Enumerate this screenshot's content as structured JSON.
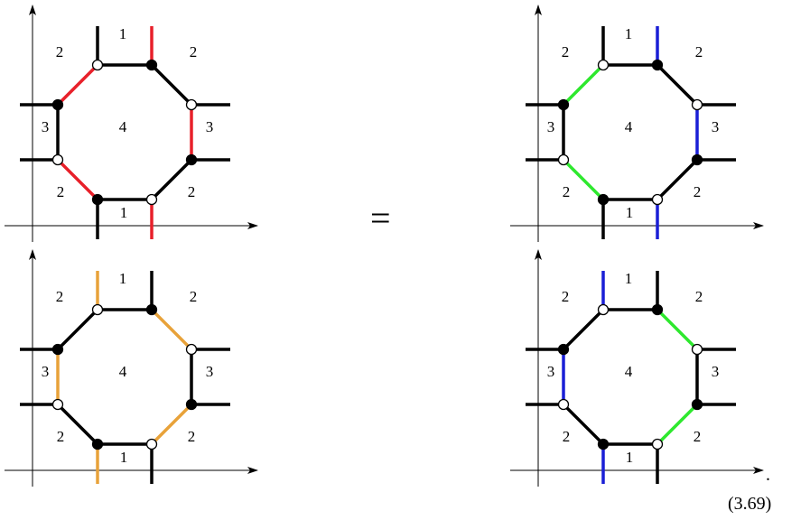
{
  "equals_symbol": "=",
  "trailing_period": ".",
  "equation_number": "(3.69)",
  "colors": {
    "black": "#000000",
    "red": "#e8202a",
    "orange": "#e8a23a",
    "blue": "#1a1fd6",
    "green": "#2ee82e"
  },
  "diagrams": [
    {
      "id": "top-left",
      "labels": {
        "left_top": "2",
        "top": "1",
        "right_top": "2",
        "left": "3",
        "center": "4",
        "right": "3",
        "left_bottom": "2",
        "bottom": "1",
        "right_bottom": "2"
      },
      "edges": {
        "oct_top": "black",
        "oct_upper_right": "black",
        "oct_right": "red",
        "oct_lower_right": "black",
        "oct_bottom": "black",
        "oct_lower_left": "red",
        "oct_left": "black",
        "oct_upper_left": "red",
        "leg_top_left": "black",
        "leg_top_right": "red",
        "leg_right_top": "black",
        "leg_right_bottom": "black",
        "leg_bottom_right": "red",
        "leg_bottom_left": "black",
        "leg_left_bottom": "black",
        "leg_left_top": "black"
      }
    },
    {
      "id": "top-right",
      "labels": {
        "left_top": "2",
        "top": "1",
        "right_top": "2",
        "left": "3",
        "center": "4",
        "right": "3",
        "left_bottom": "2",
        "bottom": "1",
        "right_bottom": "2"
      },
      "edges": {
        "oct_top": "black",
        "oct_upper_right": "black",
        "oct_right": "blue",
        "oct_lower_right": "black",
        "oct_bottom": "black",
        "oct_lower_left": "green",
        "oct_left": "black",
        "oct_upper_left": "green",
        "leg_top_left": "black",
        "leg_top_right": "blue",
        "leg_right_top": "black",
        "leg_right_bottom": "black",
        "leg_bottom_right": "blue",
        "leg_bottom_left": "black",
        "leg_left_bottom": "black",
        "leg_left_top": "black"
      }
    },
    {
      "id": "bottom-left",
      "labels": {
        "left_top": "2",
        "top": "1",
        "right_top": "2",
        "left": "3",
        "center": "4",
        "right": "3",
        "left_bottom": "2",
        "bottom": "1",
        "right_bottom": "2"
      },
      "edges": {
        "oct_top": "black",
        "oct_upper_right": "orange",
        "oct_right": "black",
        "oct_lower_right": "orange",
        "oct_bottom": "black",
        "oct_lower_left": "black",
        "oct_left": "orange",
        "oct_upper_left": "black",
        "leg_top_left": "orange",
        "leg_top_right": "black",
        "leg_right_top": "black",
        "leg_right_bottom": "black",
        "leg_bottom_right": "black",
        "leg_bottom_left": "orange",
        "leg_left_bottom": "black",
        "leg_left_top": "black"
      }
    },
    {
      "id": "bottom-right",
      "labels": {
        "left_top": "2",
        "top": "1",
        "right_top": "2",
        "left": "3",
        "center": "4",
        "right": "3",
        "left_bottom": "2",
        "bottom": "1",
        "right_bottom": "2"
      },
      "edges": {
        "oct_top": "black",
        "oct_upper_right": "green",
        "oct_right": "black",
        "oct_lower_right": "green",
        "oct_bottom": "black",
        "oct_lower_left": "black",
        "oct_left": "blue",
        "oct_upper_left": "black",
        "leg_top_left": "blue",
        "leg_top_right": "black",
        "leg_right_top": "black",
        "leg_right_bottom": "black",
        "leg_bottom_right": "black",
        "leg_bottom_left": "blue",
        "leg_left_bottom": "black",
        "leg_left_top": "black"
      }
    }
  ]
}
